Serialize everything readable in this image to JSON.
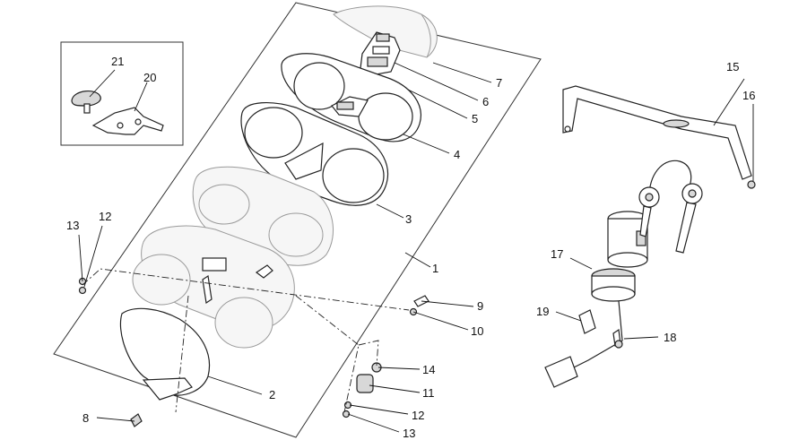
{
  "labels": {
    "l1": "1",
    "l2": "2",
    "l3": "3",
    "l4": "4",
    "l5": "5",
    "l6": "6",
    "l7": "7",
    "l8": "8",
    "l9": "9",
    "l10": "10",
    "l11": "11",
    "l12a": "12",
    "l12b": "12",
    "l13a": "13",
    "l13b": "13",
    "l14": "14",
    "l15": "15",
    "l16": "16",
    "l17": "17",
    "l18": "18",
    "l19": "19",
    "l20": "20",
    "l21": "21"
  }
}
